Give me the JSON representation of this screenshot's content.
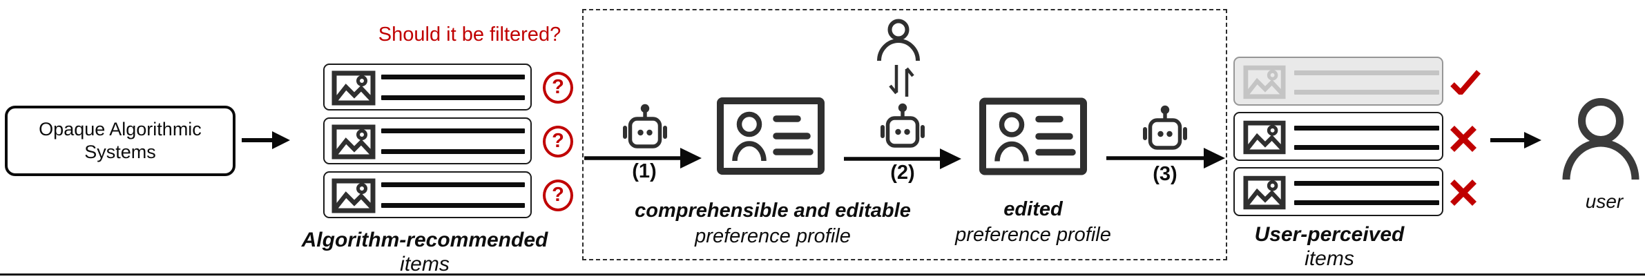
{
  "colors": {
    "red": "#c00000",
    "ink": "#0d0d0d",
    "icon_dark": "#2f2f2f",
    "muted_bg": "#e9e9e9",
    "muted_border": "#969696",
    "muted_content": "#c4c4c4"
  },
  "source_box": {
    "label_line1": "Opaque Algorithmic",
    "label_line2": "Systems"
  },
  "filter_prompt": "Should it be filtered?",
  "question_mark": "?",
  "algorithm_items": {
    "caption_line1": "Algorithm-recommended",
    "caption_line2": "items",
    "items": [
      {
        "flag": "question"
      },
      {
        "flag": "question"
      },
      {
        "flag": "question"
      }
    ]
  },
  "pipeline": {
    "steps": [
      "(1)",
      "(2)",
      "(3)"
    ],
    "profile_comprehensible": {
      "caption_line1": "comprehensible and editable",
      "caption_line2": "preference profile"
    },
    "profile_edited": {
      "caption_line1": "edited",
      "caption_line2": "preference profile"
    }
  },
  "user_items": {
    "caption_line1": "User-perceived",
    "caption_line2": "items",
    "items": [
      {
        "state": "filtered-out",
        "mark": "check"
      },
      {
        "state": "shown",
        "mark": "cross"
      },
      {
        "state": "shown",
        "mark": "cross"
      }
    ]
  },
  "user_label": "user",
  "icons": {
    "item_thumbnail": "image-icon",
    "agent": "robot-icon",
    "profile": "id-card-icon",
    "person": "person-icon",
    "swap": "swap-vertical-icon",
    "user": "user-icon",
    "approve": "check-icon",
    "reject": "cross-icon",
    "question": "question-circle-icon"
  }
}
